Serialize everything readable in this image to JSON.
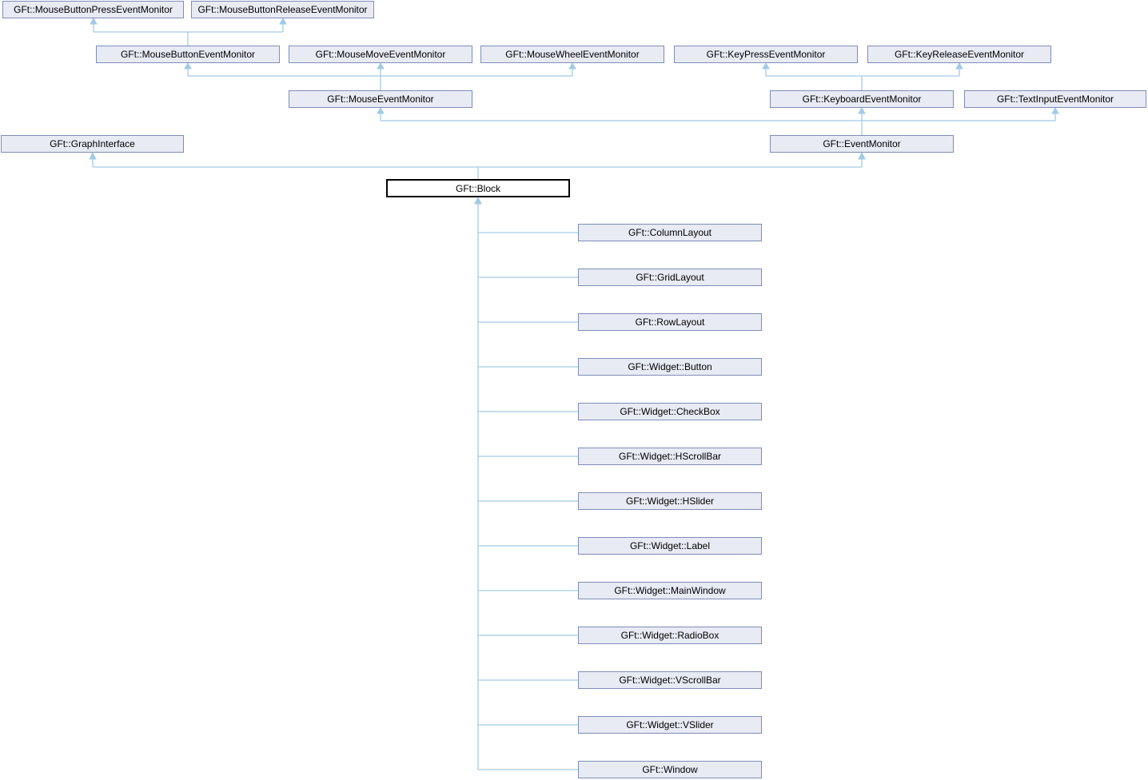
{
  "diagram": {
    "kind": "class-inheritance-graph",
    "library_prefix": "GFt",
    "focal_class": "GFt::Block"
  },
  "colors": {
    "background": "#ffffff",
    "node-fill": "#e8eaf4",
    "node-border": "#7e8db8",
    "edge": "#a2cbe4",
    "focal-border": "#000000",
    "focal-fill": "#ffffff",
    "text": "#000000"
  },
  "nodes": [
    {
      "label": "GFt::MouseButtonPressEventMonitor"
    },
    {
      "label": "GFt::MouseButtonReleaseEventMonitor"
    },
    {
      "label": "GFt::MouseButtonEventMonitor"
    },
    {
      "label": "GFt::MouseMoveEventMonitor"
    },
    {
      "label": "GFt::MouseWheelEventMonitor"
    },
    {
      "label": "GFt::KeyPressEventMonitor"
    },
    {
      "label": "GFt::KeyReleaseEventMonitor"
    },
    {
      "label": "GFt::MouseEventMonitor"
    },
    {
      "label": "GFt::KeyboardEventMonitor"
    },
    {
      "label": "GFt::TextInputEventMonitor"
    },
    {
      "label": "GFt::GraphInterface"
    },
    {
      "label": "GFt::EventMonitor"
    },
    {
      "label": "GFt::Block",
      "focal": true
    },
    {
      "label": "GFt::ColumnLayout"
    },
    {
      "label": "GFt::GridLayout"
    },
    {
      "label": "GFt::RowLayout"
    },
    {
      "label": "GFt::Widget::Button"
    },
    {
      "label": "GFt::Widget::CheckBox"
    },
    {
      "label": "GFt::Widget::HScrollBar"
    },
    {
      "label": "GFt::Widget::HSlider"
    },
    {
      "label": "GFt::Widget::Label"
    },
    {
      "label": "GFt::Widget::MainWindow"
    },
    {
      "label": "GFt::Widget::RadioBox"
    },
    {
      "label": "GFt::Widget::VScrollBar"
    },
    {
      "label": "GFt::Widget::VSlider"
    },
    {
      "label": "GFt::Window"
    }
  ],
  "edges": [
    {
      "from": "GFt::MouseButtonEventMonitor",
      "to": [
        "GFt::MouseButtonPressEventMonitor",
        "GFt::MouseButtonReleaseEventMonitor"
      ]
    },
    {
      "from": "GFt::MouseEventMonitor",
      "to": [
        "GFt::MouseButtonEventMonitor",
        "GFt::MouseMoveEventMonitor",
        "GFt::MouseWheelEventMonitor"
      ]
    },
    {
      "from": "GFt::KeyboardEventMonitor",
      "to": [
        "GFt::KeyPressEventMonitor",
        "GFt::KeyReleaseEventMonitor"
      ]
    },
    {
      "from": "GFt::EventMonitor",
      "to": [
        "GFt::MouseEventMonitor",
        "GFt::KeyboardEventMonitor",
        "GFt::TextInputEventMonitor"
      ]
    },
    {
      "from": "GFt::Block",
      "to": [
        "GFt::GraphInterface",
        "GFt::EventMonitor"
      ]
    },
    {
      "from": [
        "GFt::ColumnLayout",
        "GFt::GridLayout",
        "GFt::RowLayout",
        "GFt::Widget::Button",
        "GFt::Widget::CheckBox",
        "GFt::Widget::HScrollBar",
        "GFt::Widget::HSlider",
        "GFt::Widget::Label",
        "GFt::Widget::MainWindow",
        "GFt::Widget::RadioBox",
        "GFt::Widget::VScrollBar",
        "GFt::Widget::VSlider",
        "GFt::Window"
      ],
      "to": [
        "GFt::Block"
      ]
    }
  ]
}
